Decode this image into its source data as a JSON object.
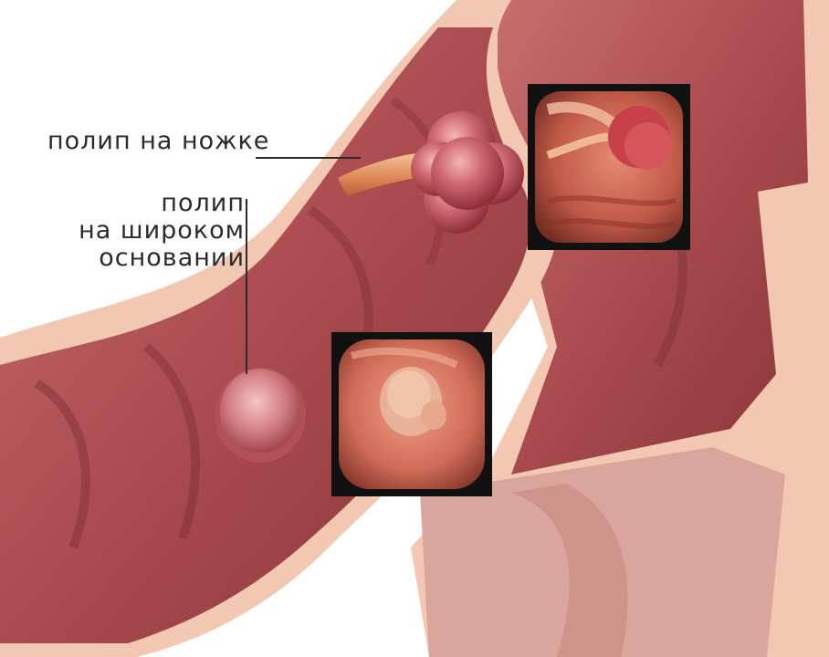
{
  "labels": {
    "pedunculated_polyp": "полип на ножке",
    "sessile_polyp": [
      "полип",
      "на широком",
      "основании"
    ]
  },
  "colors": {
    "wall_outer": "#f2c4ae",
    "tissue_dark": "#8c3a3c",
    "tissue_mid": "#b5585a",
    "tissue_light": "#cf7b79",
    "polyp": "#c45c63",
    "stalk": "#e8a070",
    "frame": "#111111",
    "label_text": "#2b2b2b"
  },
  "icons": [
    "endoscopic-photo-pedunculated",
    "endoscopic-photo-sessile"
  ]
}
